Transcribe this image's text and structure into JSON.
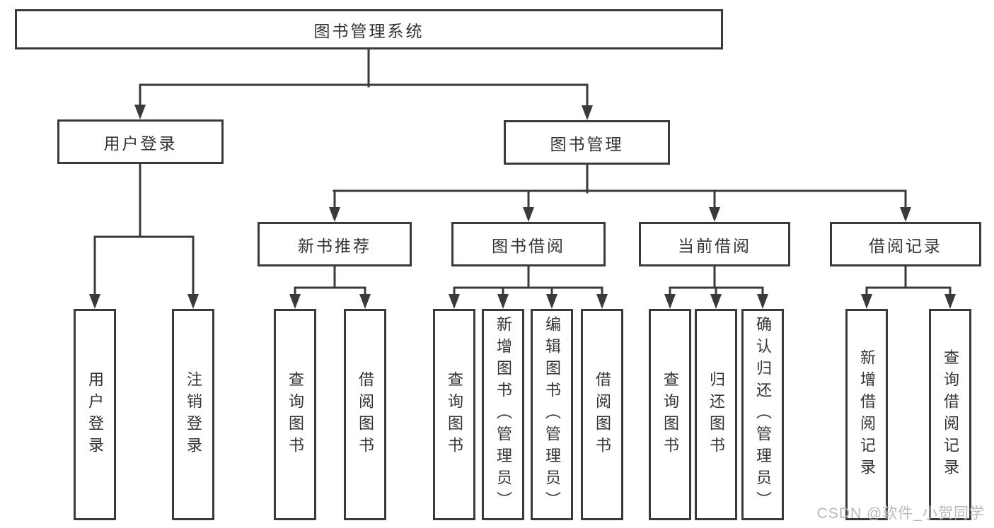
{
  "diagram": {
    "root": {
      "label": "图书管理系统"
    },
    "children": [
      {
        "label": "用户登录",
        "children": [
          {
            "label": "用户登录"
          },
          {
            "label": "注销登录"
          }
        ]
      },
      {
        "label": "图书管理",
        "children": [
          {
            "label": "新书推荐",
            "children": [
              {
                "label": "查询图书"
              },
              {
                "label": "借阅图书"
              }
            ]
          },
          {
            "label": "图书借阅",
            "children": [
              {
                "label": "查询图书"
              },
              {
                "label": "新增图书（管理员）"
              },
              {
                "label": "编辑图书（管理员）"
              },
              {
                "label": "借阅图书"
              }
            ]
          },
          {
            "label": "当前借阅",
            "children": [
              {
                "label": "查询图书"
              },
              {
                "label": "归还图书"
              },
              {
                "label": "确认归还（管理员）"
              }
            ]
          },
          {
            "label": "借阅记录",
            "children": [
              {
                "label": "新增借阅记录"
              },
              {
                "label": "查询借阅记录"
              }
            ]
          }
        ]
      }
    ]
  },
  "watermark": {
    "text": "CSDN @软件_小贺同学"
  },
  "colors": {
    "line": "#3a3a3a",
    "text": "#333333",
    "background": "#ffffff",
    "watermark": "#b9b9b9"
  }
}
